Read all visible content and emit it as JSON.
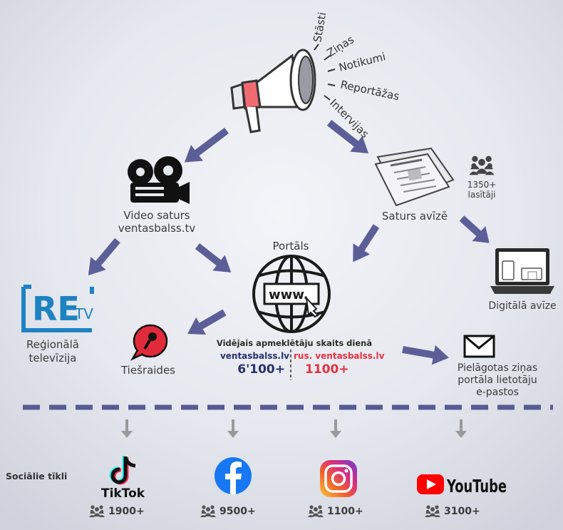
{
  "megaphone_topics": [
    "Stāsti",
    "Ziņas",
    "Notikumi",
    "Reportāžas",
    "Intervijas"
  ],
  "video": {
    "line1": "Video saturs",
    "line2": "ventasbalss.tv"
  },
  "newspaper": {
    "label": "Saturs avīzē",
    "readers_count": "1350+",
    "readers_label": "lasītāji"
  },
  "regional_tv": {
    "logo_text": "RE",
    "logo_sub": "TV",
    "line1": "Reģionālā",
    "line2": "televīzija"
  },
  "live": {
    "label": "Tiešraides"
  },
  "portal": {
    "title": "Portāls",
    "www": "www.",
    "stats_title": "Vidējais apmeklētāju skaits dienā",
    "lv_site": "ventasbalss.lv",
    "lv_count": "6'100+",
    "ru_site": "rus. ventasbalss.lv",
    "ru_count": "1100+"
  },
  "digital": {
    "label": "Digitālā avīze"
  },
  "email": {
    "line1": "Pielāgotas ziņas",
    "line2": "portāla lietotāju",
    "line3": "e-pastos"
  },
  "social": {
    "label": "Sociālie tīkli",
    "networks": [
      {
        "name": "TikTok",
        "count": "1900+"
      },
      {
        "name": "Facebook",
        "count": "9500+"
      },
      {
        "name": "Instagram",
        "count": "1100+"
      },
      {
        "name": "YouTube",
        "count": "3100+"
      }
    ]
  },
  "colors": {
    "arrow": "#5c5f97",
    "red": "#e4323f",
    "navy": "#28306e",
    "dashed": "#585b93"
  }
}
